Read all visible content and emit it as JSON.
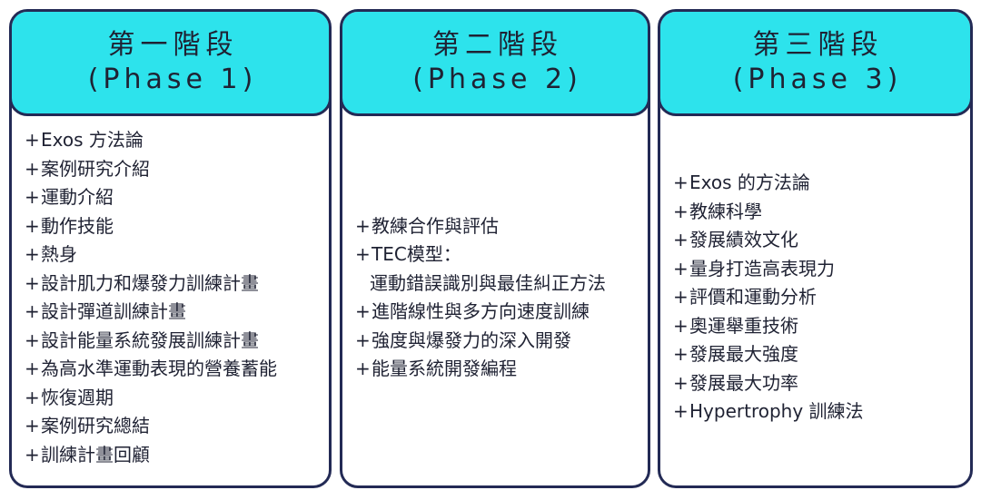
{
  "phases": [
    {
      "title": "第一階段",
      "subtitle": "(Phase 1)",
      "items": [
        "Exos 方法論",
        "案例研究介紹",
        "運動介紹",
        "動作技能",
        "熱身",
        "設計肌力和爆發力訓練計畫",
        "設計彈道訓練計畫",
        "設計能量系統發展訓練計畫",
        "為高水準運動表現的營養蓄能",
        "恢復週期",
        "案例研究總結",
        "訓練計畫回顧"
      ]
    },
    {
      "title": "第二階段",
      "subtitle": "(Phase 2)",
      "items": [
        "教練合作與評估",
        "TEC模型：",
        "進階線性與多方向速度訓練",
        "強度與爆發力的深入開發",
        "能量系統開發編程"
      ],
      "continuation": "運動錯誤識別與最佳糾正方法"
    },
    {
      "title": "第三階段",
      "subtitle": "(Phase 3)",
      "items": [
        "Exos 的方法論",
        "教練科學",
        "發展績效文化",
        "量身打造高表現力",
        "評價和運動分析",
        "奧運舉重技術",
        "發展最大強度",
        "發展最大功率",
        "Hypertrophy 訓練法"
      ]
    }
  ],
  "bullet_symbol": "+",
  "colors": {
    "header_fill": "#2de3ec",
    "border": "#232a55",
    "text": "#1f2233",
    "background": "#ffffff"
  }
}
